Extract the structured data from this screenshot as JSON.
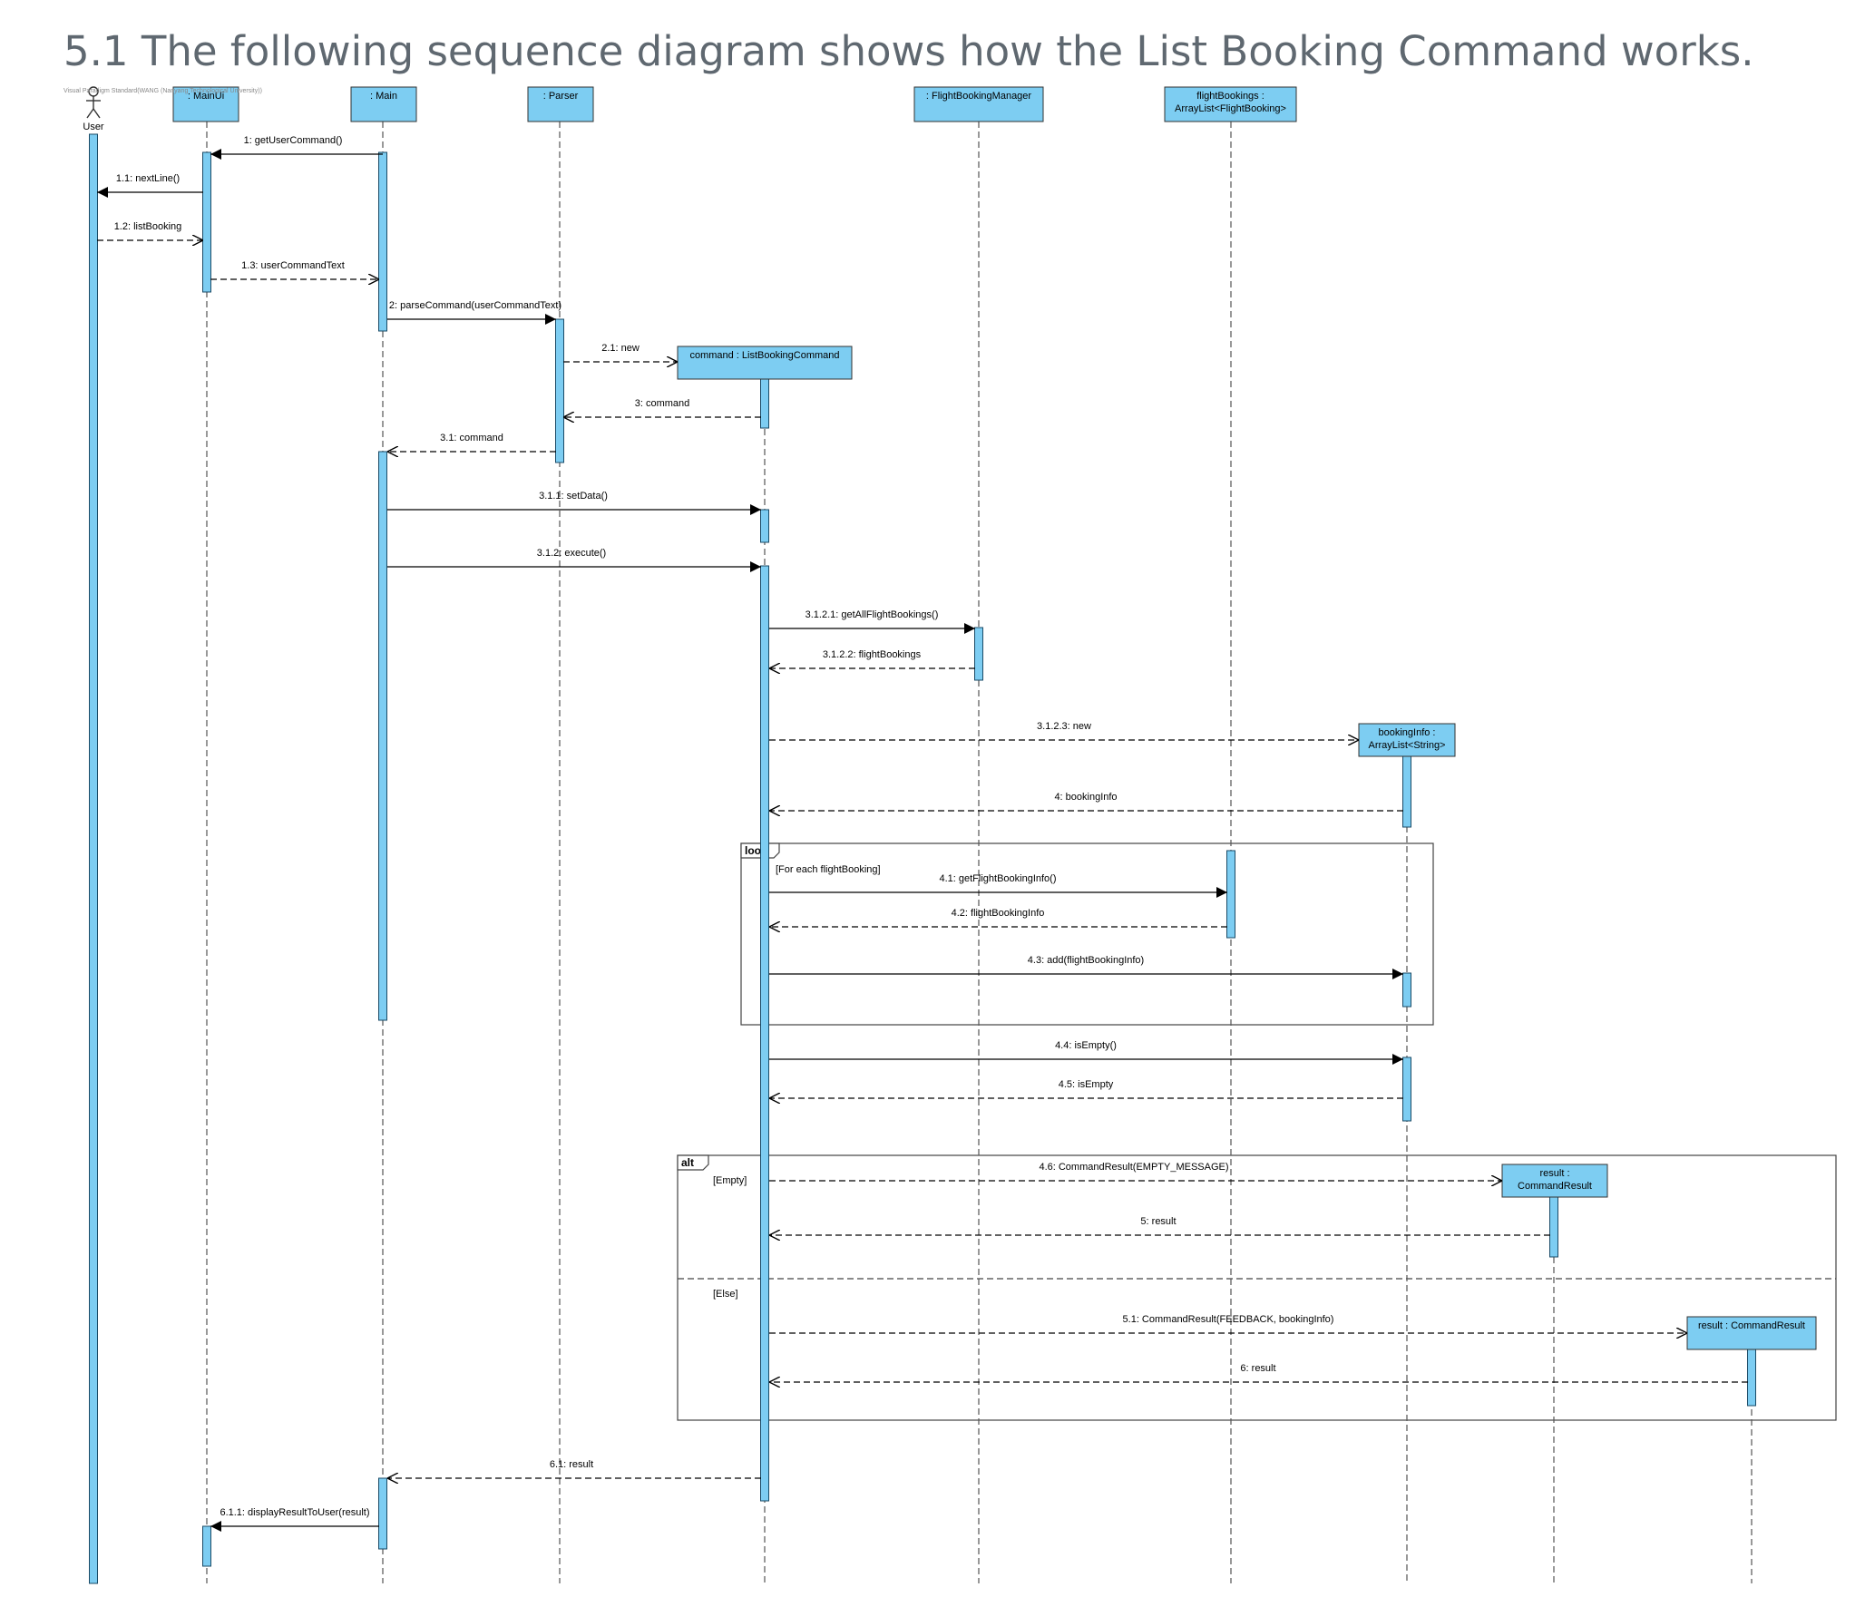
{
  "heading": "5.1 The following sequence diagram shows how the List Booking Command works.",
  "watermark": "Visual Paradigm Standard(WANG (Nanyang Technological University))",
  "colors": {
    "box_fill": "#7dcdf2",
    "line": "#000000",
    "heading": "#5f6870"
  },
  "diagram": {
    "actor": {
      "id": "user",
      "label": "User"
    },
    "lifelines": [
      {
        "id": "mainui",
        "lines": [
          ": MainUi"
        ]
      },
      {
        "id": "main",
        "lines": [
          ": Main"
        ]
      },
      {
        "id": "parser",
        "lines": [
          ": Parser"
        ]
      },
      {
        "id": "command",
        "lines": [
          "command : ListBookingCommand"
        ]
      },
      {
        "id": "fbm",
        "lines": [
          ": FlightBookingManager"
        ]
      },
      {
        "id": "fb",
        "lines": [
          "flightBookings :",
          "ArrayList<FlightBooking>"
        ]
      },
      {
        "id": "bookinginfo",
        "lines": [
          "bookingInfo :",
          "ArrayList<String>"
        ]
      },
      {
        "id": "result1",
        "lines": [
          "result :",
          "CommandResult"
        ]
      },
      {
        "id": "result2",
        "lines": [
          "result : CommandResult"
        ]
      }
    ],
    "messages": [
      {
        "id": "m1",
        "label": "1: getUserCommand()",
        "from": "main",
        "to": "mainui",
        "kind": "call"
      },
      {
        "id": "m1_1",
        "label": "1.1: nextLine()",
        "from": "mainui",
        "to": "user",
        "kind": "call"
      },
      {
        "id": "m1_2",
        "label": "1.2: listBooking",
        "from": "user",
        "to": "mainui",
        "kind": "return"
      },
      {
        "id": "m1_3",
        "label": "1.3: userCommandText",
        "from": "mainui",
        "to": "main",
        "kind": "return"
      },
      {
        "id": "m2",
        "label": "2: parseCommand(userCommandText)",
        "from": "main",
        "to": "parser",
        "kind": "call"
      },
      {
        "id": "m2_1",
        "label": "2.1: new",
        "from": "parser",
        "to": "command",
        "kind": "create"
      },
      {
        "id": "m3",
        "label": "3: command",
        "from": "command",
        "to": "parser",
        "kind": "return"
      },
      {
        "id": "m3_1",
        "label": "3.1: command",
        "from": "parser",
        "to": "main",
        "kind": "return"
      },
      {
        "id": "m3_1_1",
        "label": "3.1.1: setData()",
        "from": "main",
        "to": "command",
        "kind": "call"
      },
      {
        "id": "m3_1_2",
        "label": "3.1.2: execute()",
        "from": "main",
        "to": "command",
        "kind": "call"
      },
      {
        "id": "m3_1_2_1",
        "label": "3.1.2.1: getAllFlightBookings()",
        "from": "command",
        "to": "fbm",
        "kind": "call"
      },
      {
        "id": "m3_1_2_2",
        "label": "3.1.2.2: flightBookings",
        "from": "fbm",
        "to": "command",
        "kind": "return"
      },
      {
        "id": "m3_1_2_3",
        "label": "3.1.2.3: new",
        "from": "command",
        "to": "bookinginfo",
        "kind": "create"
      },
      {
        "id": "m4",
        "label": "4: bookingInfo",
        "from": "bookinginfo",
        "to": "command",
        "kind": "return"
      },
      {
        "id": "m4_1",
        "label": "4.1: getFlightBookingInfo()",
        "from": "command",
        "to": "fb",
        "kind": "call"
      },
      {
        "id": "m4_2",
        "label": "4.2: flightBookingInfo",
        "from": "fb",
        "to": "command",
        "kind": "return"
      },
      {
        "id": "m4_3",
        "label": "4.3: add(flightBookingInfo)",
        "from": "command",
        "to": "bookinginfo",
        "kind": "call"
      },
      {
        "id": "m4_4",
        "label": "4.4: isEmpty()",
        "from": "command",
        "to": "bookinginfo",
        "kind": "call"
      },
      {
        "id": "m4_5",
        "label": "4.5: isEmpty",
        "from": "bookinginfo",
        "to": "command",
        "kind": "return"
      },
      {
        "id": "m4_6",
        "label": "4.6: CommandResult(EMPTY_MESSAGE)",
        "from": "command",
        "to": "result1",
        "kind": "create"
      },
      {
        "id": "m5",
        "label": "5: result",
        "from": "result1",
        "to": "command",
        "kind": "return"
      },
      {
        "id": "m5_1",
        "label": "5.1: CommandResult(FEEDBACK, bookingInfo)",
        "from": "command",
        "to": "result2",
        "kind": "create"
      },
      {
        "id": "m6",
        "label": "6: result",
        "from": "result2",
        "to": "command",
        "kind": "return"
      },
      {
        "id": "m6_1",
        "label": "6.1: result",
        "from": "command",
        "to": "main",
        "kind": "return"
      },
      {
        "id": "m6_1_1",
        "label": "6.1.1: displayResultToUser(result)",
        "from": "main",
        "to": "mainui",
        "kind": "call"
      }
    ],
    "fragments": [
      {
        "id": "loop",
        "operator": "loop",
        "guards": [
          "[For each flightBooking]"
        ]
      },
      {
        "id": "alt",
        "operator": "alt",
        "guards": [
          "[Empty]",
          "[Else]"
        ]
      }
    ]
  }
}
